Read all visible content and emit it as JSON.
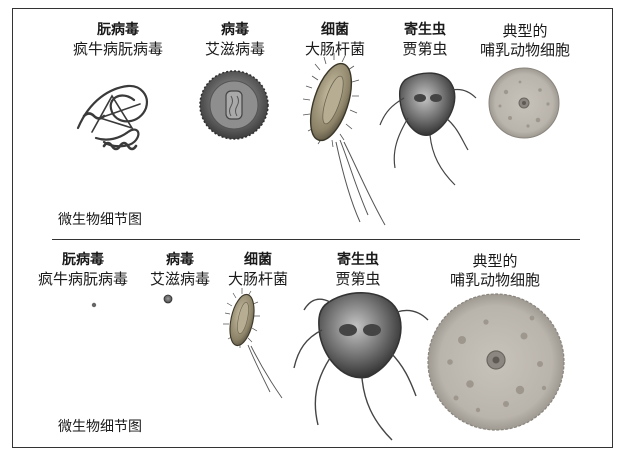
{
  "top_panel": {
    "organisms": [
      {
        "name": "朊病毒",
        "example": "疯牛病朊病毒"
      },
      {
        "name": "病毒",
        "example": "艾滋病毒"
      },
      {
        "name": "细菌",
        "example": "大肠杆菌"
      },
      {
        "name": "寄生虫",
        "example": "贾第虫"
      },
      {
        "name": "",
        "example": "典型的\n哺乳动物细胞"
      }
    ],
    "caption": "微生物细节图"
  },
  "bottom_panel": {
    "organisms": [
      {
        "name": "朊病毒",
        "example": "疯牛病朊病毒"
      },
      {
        "name": "病毒",
        "example": "艾滋病毒"
      },
      {
        "name": "细菌",
        "example": "大肠杆菌"
      },
      {
        "name": "寄生虫",
        "example": "贾第虫"
      },
      {
        "name": "",
        "example": "典型的\n哺乳动物细胞"
      }
    ],
    "caption": "微生物细节图"
  },
  "colors": {
    "virus": "#6b6b6b",
    "bacterium": "#8c8268",
    "parasite": "#6f6f6f",
    "cell": "#b9b4ac"
  }
}
